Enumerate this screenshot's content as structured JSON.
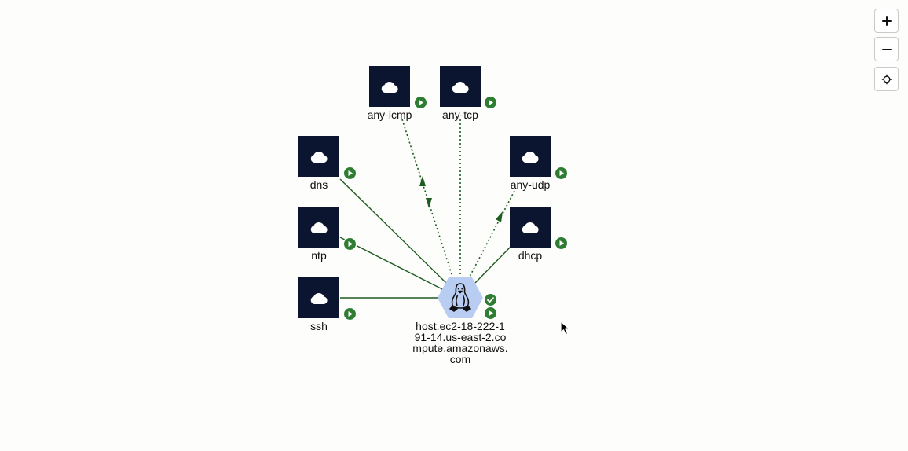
{
  "colors": {
    "node_fill": "#0b1530",
    "host_fill": "#b9cdf3",
    "edge": "#1f5c1f",
    "badge": "#2e7d32"
  },
  "nodes": [
    {
      "id": "any-icmp",
      "label": "any-icmp",
      "icon": "cloud-icon"
    },
    {
      "id": "any-tcp",
      "label": "any-tcp",
      "icon": "cloud-icon"
    },
    {
      "id": "dns",
      "label": "dns",
      "icon": "cloud-icon"
    },
    {
      "id": "any-udp",
      "label": "any-udp",
      "icon": "cloud-icon"
    },
    {
      "id": "ntp",
      "label": "ntp",
      "icon": "cloud-icon"
    },
    {
      "id": "dhcp",
      "label": "dhcp",
      "icon": "cloud-icon"
    },
    {
      "id": "ssh",
      "label": "ssh",
      "icon": "cloud-icon"
    }
  ],
  "host": {
    "label_lines": [
      "host.ec2-18-222-1",
      "91-14.us-east-2.co",
      "mpute.amazonaws.",
      "com"
    ],
    "icon": "linux-penguin-icon",
    "status_icon": "check-icon"
  },
  "edges": [
    {
      "to": "any-icmp",
      "style": "dotted",
      "arrows": "both"
    },
    {
      "to": "any-tcp",
      "style": "dotted",
      "arrows": "none"
    },
    {
      "to": "dns",
      "style": "solid",
      "arrows": "none"
    },
    {
      "to": "any-udp",
      "style": "dotted",
      "arrows": "to-node"
    },
    {
      "to": "ntp",
      "style": "solid",
      "arrows": "none"
    },
    {
      "to": "dhcp",
      "style": "solid",
      "arrows": "none"
    },
    {
      "to": "ssh",
      "style": "solid",
      "arrows": "none"
    }
  ],
  "controls": [
    {
      "id": "zoom-in",
      "icon": "plus-icon"
    },
    {
      "id": "zoom-out",
      "icon": "minus-icon"
    },
    {
      "id": "recenter",
      "icon": "crosshair-icon"
    }
  ]
}
